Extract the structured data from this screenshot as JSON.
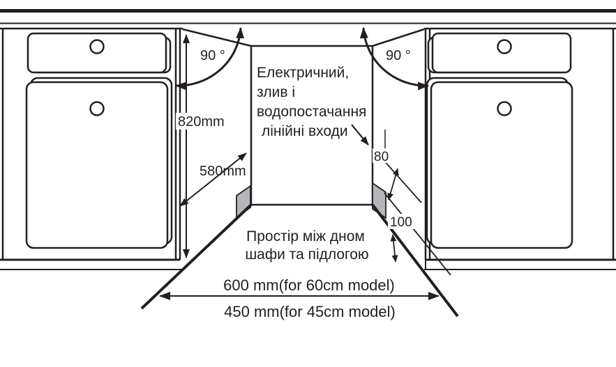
{
  "diagram": {
    "title": "dishwasher-built-in-niche-installation",
    "dimensions": {
      "height": "820mm",
      "depth": "580mm",
      "opening_angle_left": "90 °",
      "opening_angle_right": "90 °",
      "inlet_zone_width": "80",
      "inlet_zone_height": "100",
      "width_60cm_model": "600 mm(for 60cm model)",
      "width_45cm_model": "450 mm(for 45cm model)"
    },
    "notes": {
      "utility_lines": {
        "line1": "Електричний,",
        "line2": "злив і",
        "line3": "водопостачання",
        "line4": "лінійні входи"
      },
      "floor_space": {
        "line1": "Простір між дном",
        "line2": "шафи та підлогою"
      }
    },
    "colors": {
      "line": "#231f20",
      "shade": "#b5b6ba",
      "background": "#ffffff"
    }
  }
}
